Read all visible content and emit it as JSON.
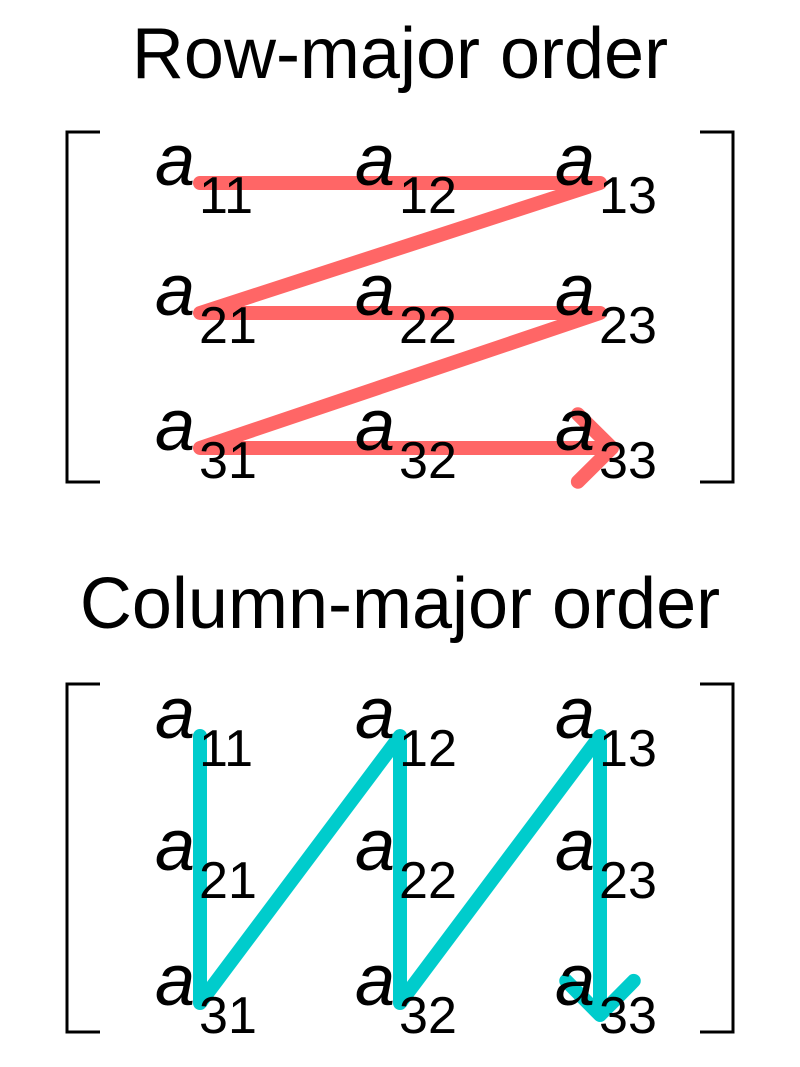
{
  "panels": [
    {
      "title": "Row-major order",
      "arrow_color": "#FF6666",
      "cells": [
        {
          "var": "a",
          "sub": "11"
        },
        {
          "var": "a",
          "sub": "12"
        },
        {
          "var": "a",
          "sub": "13"
        },
        {
          "var": "a",
          "sub": "21"
        },
        {
          "var": "a",
          "sub": "22"
        },
        {
          "var": "a",
          "sub": "23"
        },
        {
          "var": "a",
          "sub": "31"
        },
        {
          "var": "a",
          "sub": "32"
        },
        {
          "var": "a",
          "sub": "33"
        }
      ],
      "path_order": [
        "11",
        "12",
        "13",
        "21",
        "22",
        "23",
        "31",
        "32",
        "33"
      ]
    },
    {
      "title": "Column-major order",
      "arrow_color": "#00CCCC",
      "cells": [
        {
          "var": "a",
          "sub": "11"
        },
        {
          "var": "a",
          "sub": "12"
        },
        {
          "var": "a",
          "sub": "13"
        },
        {
          "var": "a",
          "sub": "21"
        },
        {
          "var": "a",
          "sub": "22"
        },
        {
          "var": "a",
          "sub": "23"
        },
        {
          "var": "a",
          "sub": "31"
        },
        {
          "var": "a",
          "sub": "32"
        },
        {
          "var": "a",
          "sub": "33"
        }
      ],
      "path_order": [
        "11",
        "21",
        "31",
        "12",
        "22",
        "32",
        "13",
        "23",
        "33"
      ]
    }
  ]
}
